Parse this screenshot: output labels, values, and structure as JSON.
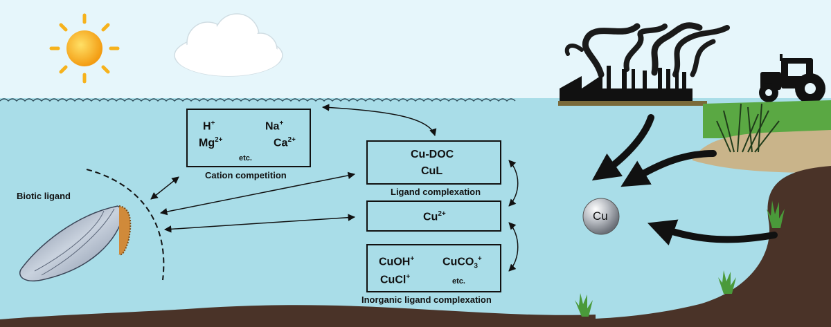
{
  "labels": {
    "biotic_ligand": "Biotic ligand",
    "cation_competition": "Cation competition",
    "ligand_complexation": "Ligand complexation",
    "inorganic_ligand_complexation": "Inorganic ligand complexation",
    "cu_particle": "Cu"
  },
  "cation_box": {
    "h": "H",
    "h_sup": "+",
    "na": "Na",
    "na_sup": "+",
    "mg": "Mg",
    "mg_sup": "2+",
    "ca": "Ca",
    "ca_sup": "2+",
    "etc": "etc."
  },
  "ligand_box": {
    "line1": "Cu-DOC",
    "line2": "CuL"
  },
  "free_box": {
    "cu": "Cu",
    "cu_sup": "2+"
  },
  "inorganic_box": {
    "cuoh": "CuOH",
    "cuoh_sup": "+",
    "cuco": "CuCO",
    "cuco_sub": "3",
    "cuco_sup": "+",
    "cucl": "CuCl",
    "cucl_sup": "+",
    "etc": "etc."
  },
  "colors": {
    "sky": "#e6f6fb",
    "water": "#a9dde8",
    "sediment": "#4a3328",
    "sun": "#f6b21c",
    "particle": "#9aa0a6"
  }
}
